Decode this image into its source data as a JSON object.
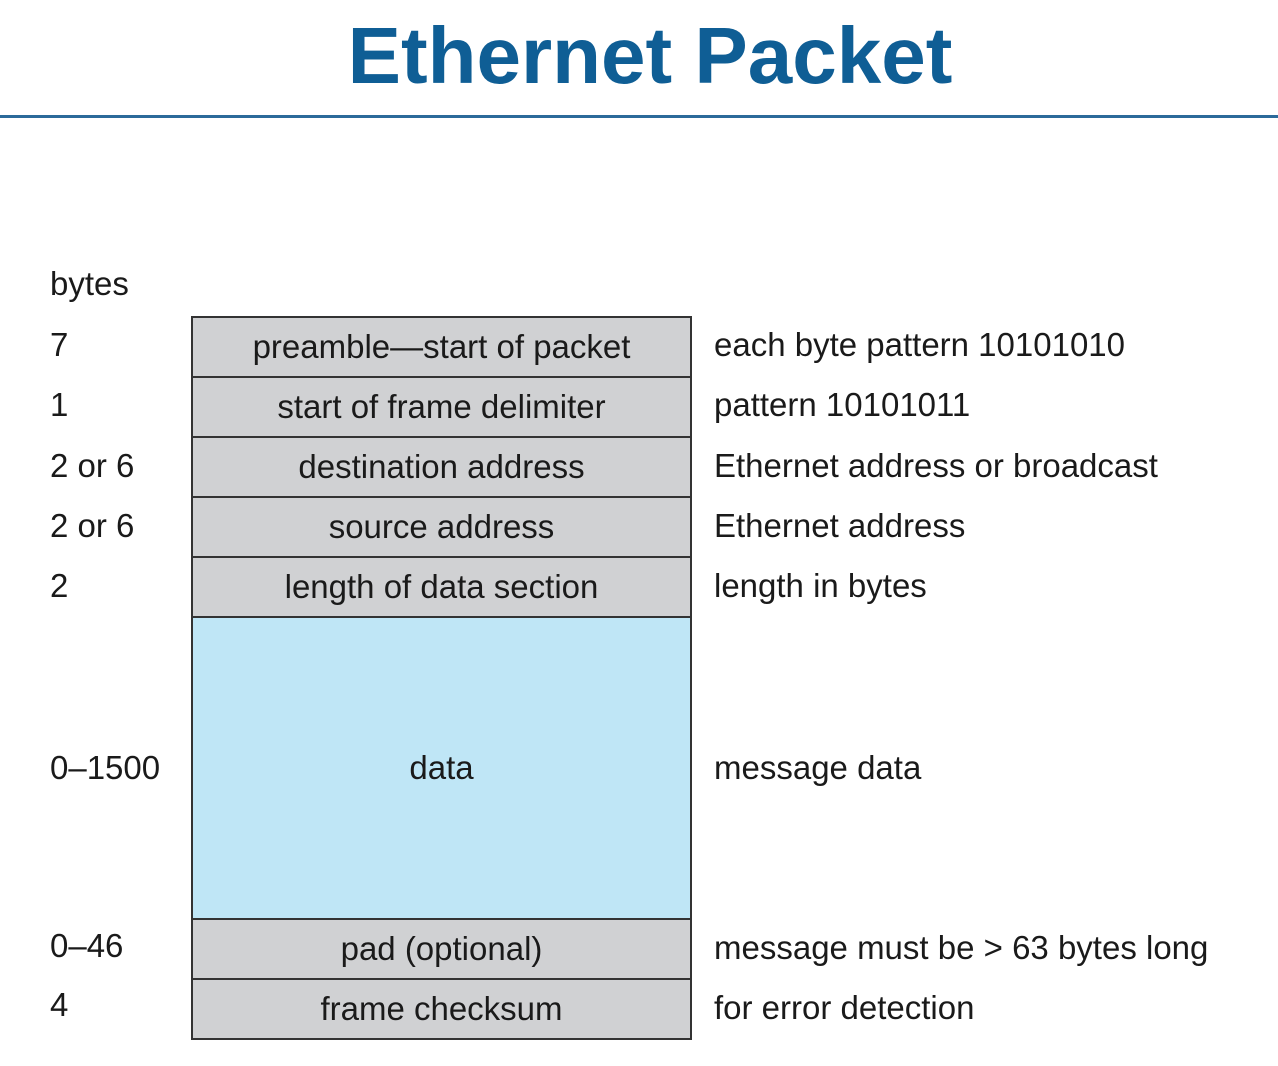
{
  "title": "Ethernet Packet",
  "bytes_header": "bytes",
  "fields": [
    {
      "size": "7",
      "name": "preamble—start of packet",
      "description": "each byte pattern 10101010"
    },
    {
      "size": "1",
      "name": "start of frame delimiter",
      "description": "pattern 10101011"
    },
    {
      "size": "2 or 6",
      "name": "destination address",
      "description": "Ethernet address or broadcast"
    },
    {
      "size": "2 or 6",
      "name": "source address",
      "description": "Ethernet address"
    },
    {
      "size": "2",
      "name": "length of data section",
      "description": "length in bytes"
    },
    {
      "size": "0–1500",
      "name": "data",
      "description": "message data"
    },
    {
      "size": "0–46",
      "name": "pad (optional)",
      "description": "message must be > 63 bytes long"
    },
    {
      "size": "4",
      "name": "frame checksum",
      "description": "for error detection"
    }
  ],
  "colors": {
    "title": "#0f5e95",
    "header_field_fill": "#d0d1d3",
    "data_field_fill": "#bfe6f6",
    "border": "#333333"
  }
}
